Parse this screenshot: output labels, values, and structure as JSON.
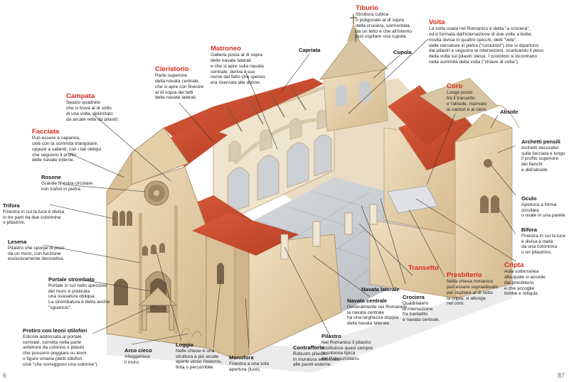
{
  "labels": {
    "tiburio": {
      "title": "Tiburio",
      "desc": "Struttura cubica\no poligonale al di sopra\ndella crociera, sormontata\nda un tetto e che all'interno\npuò ospitare una cupola."
    },
    "volta": {
      "title": "Volta",
      "desc": "La volta usata nel Romanico è detta \"a crociera\",\ned è formata dall'intersezione di due volte a botte;\nrisulta divisa in quattro spicchi, detti \"vele\",\ndalle nervature in pietra (\"costoloni\") che si dipartono\ndai pilastri e seguono le intersezioni, scaricando il peso\ndella volta sui pilastri stessi. I costoloni si incontrano\nnella sommità della volta (\"chiave di volta\")."
    },
    "matroneo": {
      "title": "Matroneo",
      "desc": "Galleria posta al di sopra\ndelle navate laterali\ne che si apre sulla navata\ncentrale; deriva il suo\nnome dal fatto che spesso\nera riservata alle donne."
    },
    "capriata": {
      "title": "Capriata"
    },
    "cupola": {
      "title": "Cupola"
    },
    "cleristorio": {
      "title": "Cleristorio",
      "desc": "Parte superiore\ndella navata centrale,\nche si apre con finestre\nal di sopra dei tetti\ndelle navate laterali."
    },
    "coro": {
      "title": "Coro",
      "desc": "Luogo posto\nfra il transetto\ne l'abside, riservato\nai cantori e al clero."
    },
    "abside": {
      "title": "Abside"
    },
    "campata": {
      "title": "Campata",
      "desc": "Spazio quadrato\nche si trova al di sotto\ndi una volta, delimitato\nda arcate rette da pilastri."
    },
    "facciata": {
      "title": "Facciata",
      "desc": "Può essere a capanna,\ncioè con la sommità triangolare,\noppure a salienti, con i lati obliqui\nche seguono il profilo\ndelle navate interne."
    },
    "archetti": {
      "title": "Archetti pensili",
      "desc": "Archetti decorativi\nsulla facciata e lungo\nil profilo superiore\ndei fianchi\ne dell'abside."
    },
    "rosone": {
      "title": "Rosone",
      "desc": "Grande finestra circolare\ncon trafori in pietra."
    },
    "oculo": {
      "title": "Oculo",
      "desc": "Apertura a forma circolare\no ovale in una parete."
    },
    "trifora": {
      "title": "Trifora",
      "desc": "Finestra in cui la luce è divisa\nin tre parti da due colonnine\no pilastrini."
    },
    "bifora": {
      "title": "Bifora",
      "desc": "Finestra in cui la luce\nè divisa a metà\nda una colonnina\no un pilastrino."
    },
    "lesena": {
      "title": "Lesena",
      "desc": "Pilastro che sporge di poco\nda un muro, con funzione\nesclusivamente decorativa."
    },
    "cripta": {
      "title": "Cripta",
      "desc": "Aula sotterranea\nalla quale si accede\ndal presbiterio\ne che accoglie\ntombe e reliquie."
    },
    "portale": {
      "title": "Portale strombato",
      "desc": "Portale in cui nello spessore\ndel muro è praticata\nuna svasatura obliqua.\nLa strombatura è detta anche\n\"sguancio\"."
    },
    "transetto": {
      "title": "Transetto"
    },
    "presbiterio": {
      "title": "Presbiterio",
      "desc": "Nella chiesa romanica\npuò essere sopraelevato\nper ospitare al di sotto\nla cripta; si allunga\nnel coro."
    },
    "navata_lat": {
      "title": "Navata laterale"
    },
    "crociera": {
      "title": "Crociera",
      "desc": "Quadrilatero\ndi intersezione\nfra transetto\ne navata centrale."
    },
    "navata_cen": {
      "title": "Navata centrale",
      "desc": "Generalmente nel Romanico\nla navata centrale\nha una larghezza doppia\ndella navata laterale."
    },
    "protiro": {
      "title": "Protiro con leoni stilofori",
      "desc": "Edicola addossata al portale\ncentrale, sorretta nella parte\nanteriore da colonne o pilastri\nche possono poggiare su leoni\no figure umane (detti stilofori,\ncioè \"che sorreggono una colonna\")."
    },
    "arco": {
      "title": "Arco cieco",
      "desc": "Alleggerisce\nil muro."
    },
    "loggia": {
      "title": "Loggia",
      "desc": "Nelle chiese è una\nstruttura a più arcate\naperte verso l'esterno,\nfinta o percorribile."
    },
    "monofora": {
      "title": "Monofora",
      "desc": "Finestra a una sola\napertura (luce)."
    },
    "contrafforte": {
      "title": "Contrafforte",
      "desc": "Robusto pilastro\nin muratura addossato\nalle pareti esterne."
    },
    "pilastro": {
      "title": "Pilastro",
      "desc": "Nel Romanico il pilastro\nsostituisce quasi sempre\nla colonna tipica\ndel Paleocristiano."
    }
  },
  "pages": {
    "left": "6",
    "right": "87"
  },
  "colors": {
    "accent": "#d62a1e",
    "roof": "#c94a2e",
    "stone": "#e6d3b0",
    "stone_dark": "#cdb58c",
    "floor": "#c9cdd2"
  }
}
